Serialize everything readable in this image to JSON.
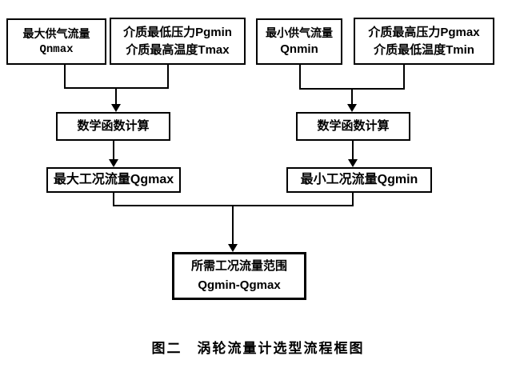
{
  "colors": {
    "line": "#000000",
    "background": "#ffffff",
    "text": "#000000"
  },
  "nodes": {
    "qnmax": {
      "line1": "最大供气流量",
      "line2": "Qnmax"
    },
    "pgmin_tmax": {
      "line1": "介质最低压力Pgmin",
      "line2": "介质最高温度Tmax"
    },
    "qnmin": {
      "line1": "最小供气流量",
      "line2": "Qnmin"
    },
    "pgmax_tmin": {
      "line1": "介质最高压力Pgmax",
      "line2": "介质最低温度Tmin"
    },
    "math_left": {
      "line1": "数学函数计算"
    },
    "math_right": {
      "line1": "数学函数计算"
    },
    "qgmax": {
      "line1": "最大工况流量Qgmax"
    },
    "qgmin": {
      "line1": "最小工况流量Qgmin"
    },
    "range": {
      "line1": "所需工况流量范围",
      "line2": "Qgmin-Qgmax"
    }
  },
  "caption": "图二　涡轮流量计选型流程框图"
}
